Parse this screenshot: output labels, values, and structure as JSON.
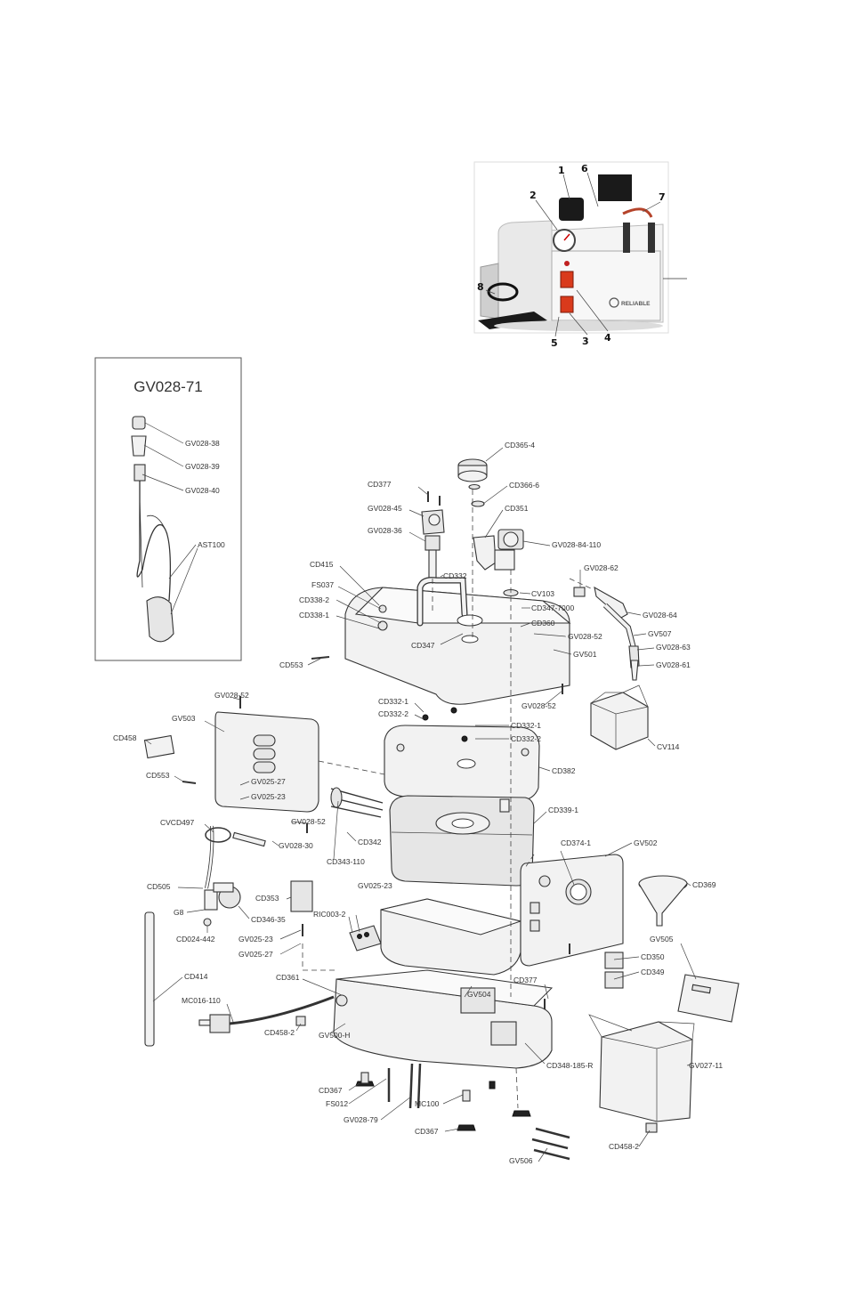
{
  "photo": {
    "callouts": [
      "1",
      "2",
      "3",
      "4",
      "5",
      "6",
      "7",
      "8"
    ],
    "panel_text": "RELIABLE"
  },
  "inset": {
    "title": "GV028-71",
    "labels": [
      "GV028-38",
      "GV028-39",
      "GV028-40",
      "AST100"
    ]
  },
  "labels": [
    "CD365-4",
    "CD377",
    "CD366-6",
    "CD351",
    "GV028-45",
    "GV028-36",
    "GV028-84-110",
    "CD415",
    "CD332",
    "GV028-62",
    "FS037",
    "CV103",
    "CD338-2",
    "CD347-7000",
    "GV028-64",
    "CD338-1",
    "CD360",
    "GV028-52",
    "GV507",
    "CD347",
    "GV028-63",
    "CD553",
    "GV501",
    "GV028-61",
    "GV028-52",
    "CD332-1",
    "CD332-2",
    "GV028-52",
    "GV503",
    "CD332-1",
    "CD332-2",
    "CD458",
    "CV114",
    "CD382",
    "CD553",
    "GV025-27",
    "GV025-23",
    "CD339-1",
    "GV028-52",
    "CVCD497",
    "CD342",
    "GV028-30",
    "CD374-1",
    "GV502",
    "CD343-110",
    "CD369",
    "CD505",
    "GV025-23",
    "CD353",
    "G8",
    "CD346-35",
    "RIC003-2",
    "CD024-442",
    "GV025-23",
    "GV505",
    "GV025-27",
    "CD350",
    "CD349",
    "CD414",
    "CD361",
    "CD377",
    "GV504",
    "MC016-110",
    "CD458-2",
    "GV500-H",
    "CD348-185-R",
    "GV027-11",
    "CD367",
    "FS012",
    "MC100",
    "GV028-79",
    "CD367",
    "CD458-2",
    "GV506"
  ]
}
